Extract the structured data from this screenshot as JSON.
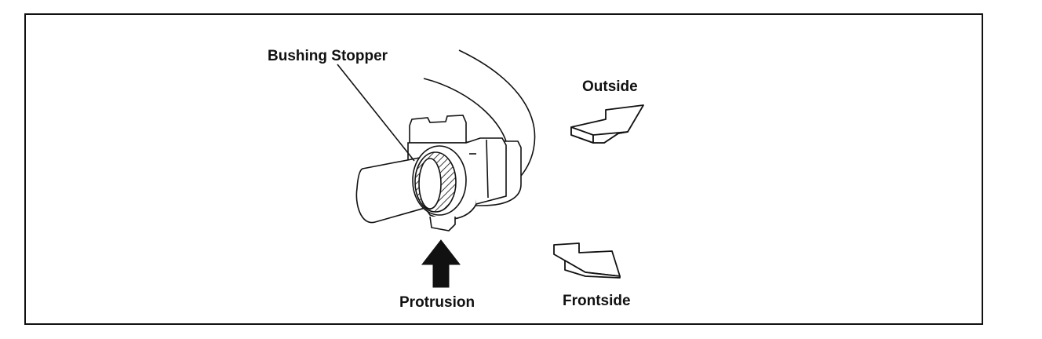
{
  "labels": {
    "bushing_stopper": "Bushing Stopper",
    "outside": "Outside",
    "protrusion": "Protrusion",
    "frontside": "Frontside"
  },
  "colors": {
    "line": "#111111",
    "background": "#ffffff"
  }
}
